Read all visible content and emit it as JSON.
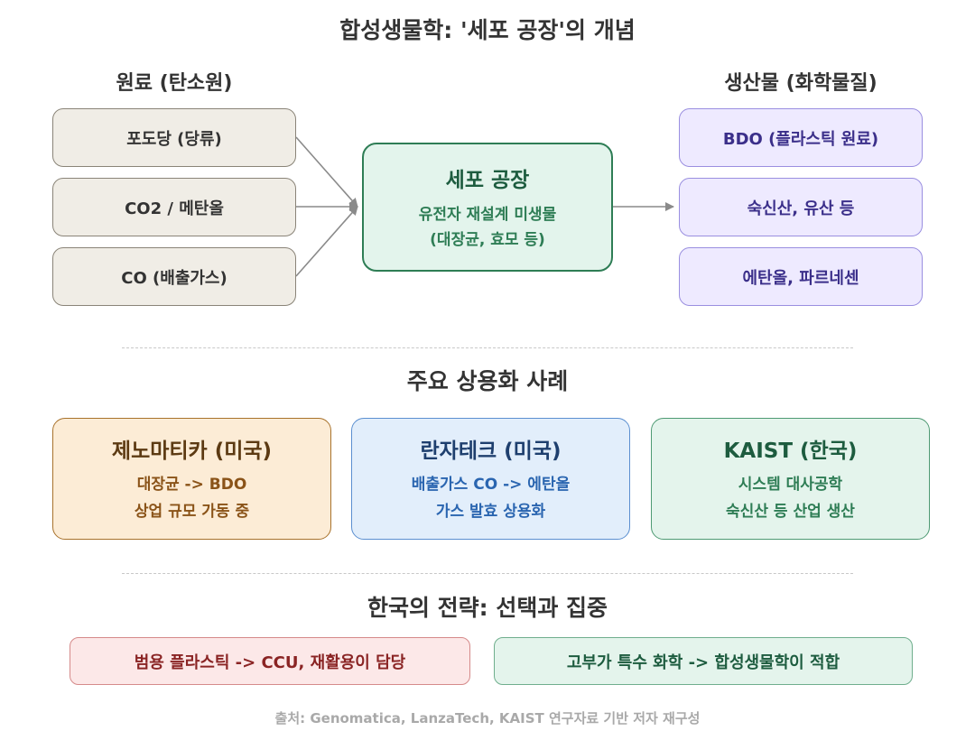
{
  "title": "합성생물학: '세포 공장'의 개념",
  "inputs": {
    "heading": "원료 (탄소원)",
    "items": [
      "포도당 (당류)",
      "CO2 / 메탄올",
      "CO (배출가스)"
    ]
  },
  "outputs": {
    "heading": "생산물 (화학물질)",
    "items": [
      "BDO (플라스틱 원료)",
      "숙신산, 유산 등",
      "에탄올, 파르네센"
    ]
  },
  "factory": {
    "title": "세포 공장",
    "line1": "유전자 재설계 미생물",
    "line2": "(대장균, 효모 등)"
  },
  "cases": {
    "heading": "주요 상용화 사례",
    "items": [
      {
        "title": "제노마티카 (미국)",
        "line1": "대장균 -> BDO",
        "line2": "상업 규모 가동 중"
      },
      {
        "title": "란자테크 (미국)",
        "line1": "배출가스 CO -> 에탄올",
        "line2": "가스 발효 상용화"
      },
      {
        "title": "KAIST (한국)",
        "line1": "시스템 대사공학",
        "line2": "숙신산 등 산업 생산"
      }
    ]
  },
  "strategy": {
    "heading": "한국의 전략: 선택과 집중",
    "left": "범용 플라스틱 -> CCU, 재활용이 담당",
    "right": "고부가 특수 화학 -> 합성생물학이 적합"
  },
  "source": "출처: Genomatica, LanzaTech, KAIST 연구자료 기반 저자 재구성",
  "colors": {
    "arrow": "#8a8a8a",
    "factory_border": "#2e7d55",
    "product_border": "#9a8fe0",
    "input_border": "#8a8478"
  }
}
